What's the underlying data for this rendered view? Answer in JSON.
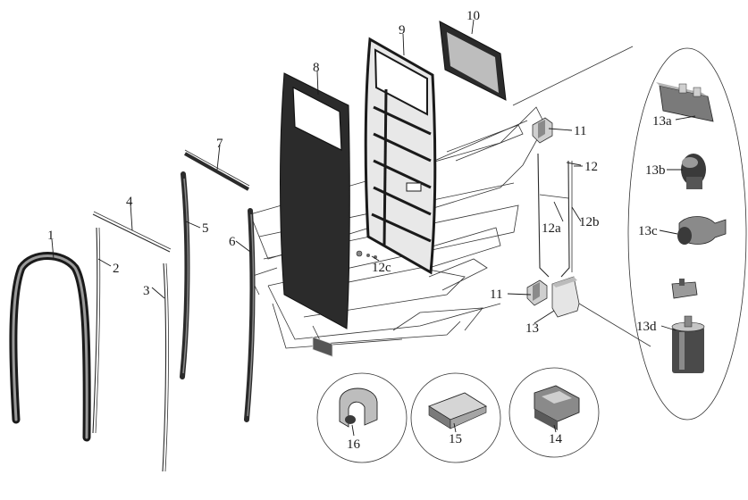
{
  "labels": {
    "p1": "1",
    "p2": "2",
    "p3": "3",
    "p4": "4",
    "p5": "5",
    "p6": "6",
    "p7": "7",
    "p8": "8",
    "p9": "9",
    "p10": "10",
    "p11a": "11",
    "p11b": "11",
    "p12": "12",
    "p12a": "12a",
    "p12b": "12b",
    "p12c": "12c",
    "p13": "13",
    "p13a": "13a",
    "p13b": "13b",
    "p13c": "13c",
    "p13d": "13d",
    "p14": "14",
    "p15": "15",
    "p16": "16"
  },
  "colors": {
    "line": "#1a1a1a",
    "panel_dark": "#2b2b2b",
    "glass": "#d9d9d9",
    "metal": "#8a8a8a"
  }
}
